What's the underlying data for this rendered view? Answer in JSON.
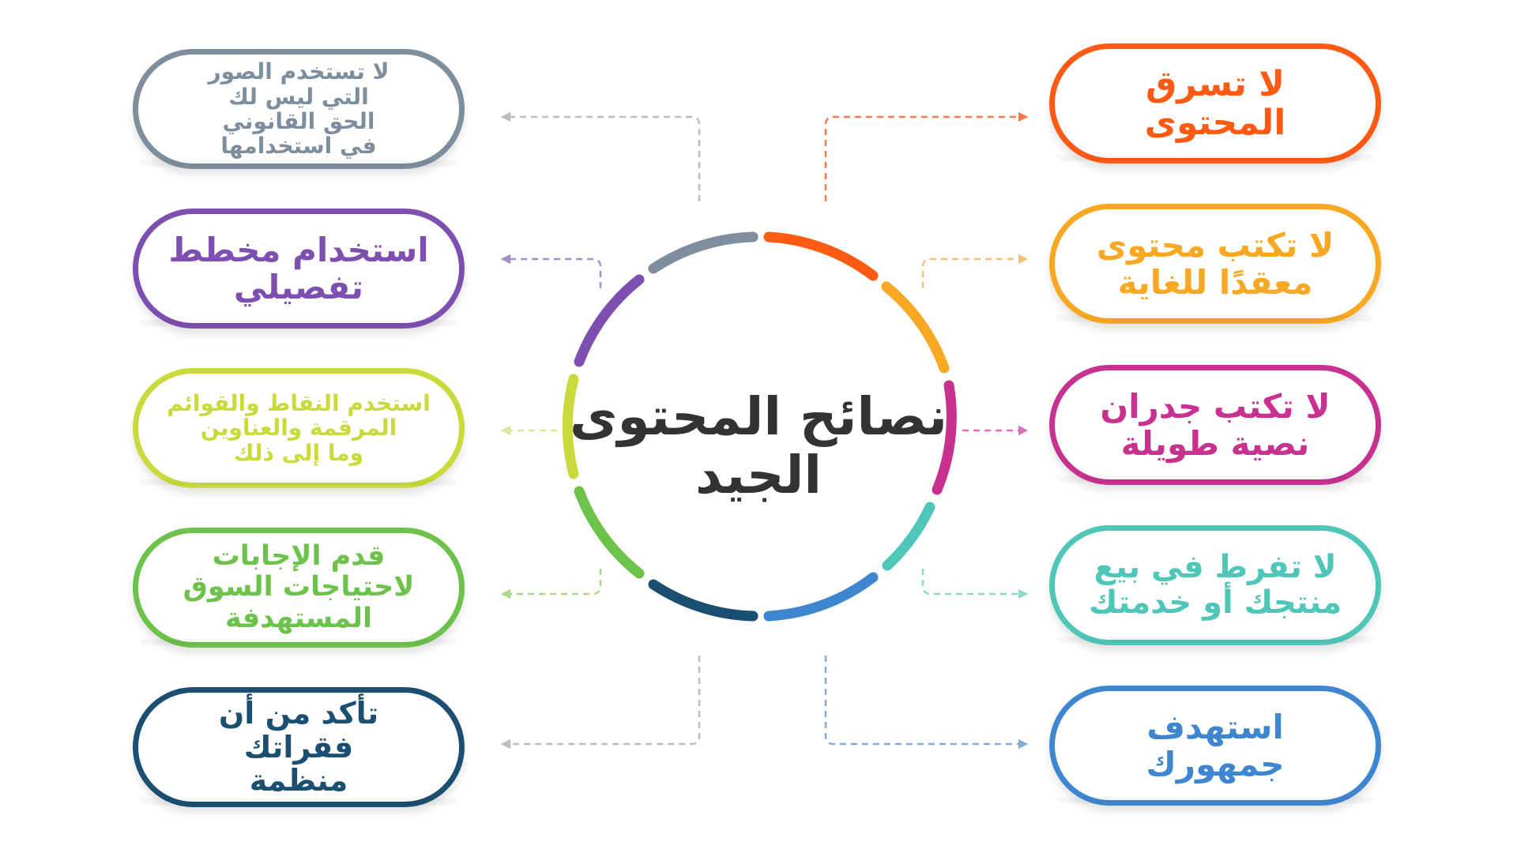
{
  "title": "نصائح المحتوى\nالجيد",
  "colors": {
    "title": "#333333",
    "connector_right_1": "#f47c4c",
    "connector_right_2": "#f6c07a",
    "connector_right_3": "#d872b4",
    "connector_right_4": "#8fd8cf",
    "connector_right_5": "#85abdb",
    "connector_left_1": "#bdbdbd",
    "connector_left_2": "#a392c8",
    "connector_left_3": "#d8e69b",
    "connector_left_4": "#a8d98c",
    "connector_left_5": "#bdbdbd"
  },
  "tips_right": [
    {
      "text": "لا تسرق المحتوى",
      "color": "#ff5a14"
    },
    {
      "text": "لا تكتب محتوى\nمعقدًا للغاية",
      "color": "#f8a823"
    },
    {
      "text": "لا تكتب جدران\nنصية طويلة",
      "color": "#c8318f"
    },
    {
      "text": "لا تفرط في بيع\nمنتجك أو خدمتك",
      "color": "#4fc7b8"
    },
    {
      "text": "استهدف\nجمهورك",
      "color": "#3f86d1"
    }
  ],
  "tips_left": [
    {
      "text": "لا تستخدم الصور\nالتي ليس لك\nالحق القانوني\nفي استخدامها",
      "color": "#7e8e9d"
    },
    {
      "text": "استخدام مخطط\nتفصيلي",
      "color": "#7d4fb0"
    },
    {
      "text": "استخدم النقاط والقوائم\nالمرقمة والعناوين\nوما إلى ذلك",
      "color": "#c9da3a"
    },
    {
      "text": "قدم الإجابات\nلاحتياجات السوق\nالمستهدفة",
      "color": "#6cc24a"
    },
    {
      "text": "تأكد من أن فقراتك\nمنظمة",
      "color": "#1b4f72"
    }
  ]
}
